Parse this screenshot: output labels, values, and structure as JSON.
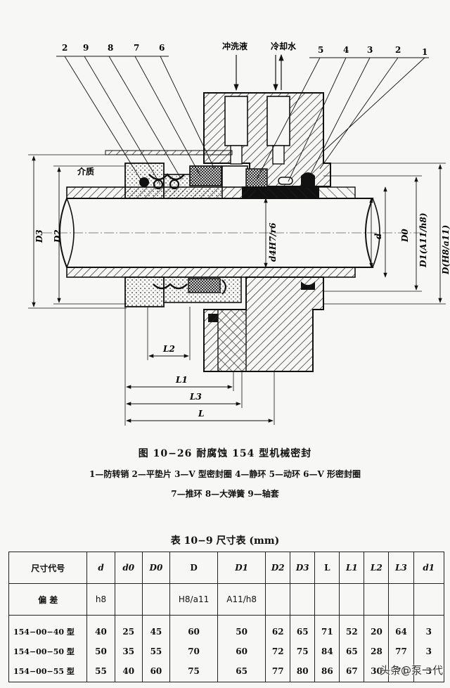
{
  "figure": {
    "top_labels": [
      "2",
      "9",
      "8",
      "7",
      "6",
      "5",
      "4",
      "3",
      "2",
      "1"
    ],
    "flush_label": "冲洗液",
    "cooling_label": "冷却水",
    "medium_label": "介质",
    "dim_labels": {
      "D3": "D3",
      "D2": "D2",
      "fit": "d4H7/r6",
      "d": "d",
      "D0": "D0",
      "D1": "D1(A11/h8)",
      "D": "D(H8/a11)",
      "L2": "L2",
      "L1": "L1",
      "L3": "L3",
      "L": "L"
    },
    "title": "图 10−26  耐腐蚀 154 型机械密封",
    "legend_line_1": "1—防转销  2—平垫片  3—V 型密封圈  4—静环  5—动环  6—V 形密封圈",
    "legend_line_2": "7—推环  8—大弹簧  9—轴套"
  },
  "table": {
    "title": "表 10−9  尺寸表 (mm)",
    "headers": [
      "尺寸代号",
      "d",
      "d0",
      "D0",
      "D",
      "D1",
      "D2",
      "D3",
      "L",
      "L1",
      "L2",
      "L3",
      "d1"
    ],
    "tolerance_label": "偏    差",
    "tolerances": [
      "h8",
      "",
      "",
      "H8/a11",
      "A11/h8",
      "",
      "",
      "",
      "",
      "",
      "",
      ""
    ],
    "rows": [
      [
        "154−00−40 型",
        "40",
        "25",
        "45",
        "60",
        "50",
        "62",
        "65",
        "71",
        "52",
        "20",
        "64",
        "3"
      ],
      [
        "154−00−50 型",
        "50",
        "35",
        "55",
        "70",
        "60",
        "72",
        "75",
        "84",
        "65",
        "28",
        "77",
        "3"
      ],
      [
        "154−00−55 型",
        "55",
        "40",
        "60",
        "75",
        "65",
        "77",
        "80",
        "86",
        "67",
        "30",
        "71",
        "3"
      ]
    ]
  },
  "watermark": "头条@泵一代"
}
